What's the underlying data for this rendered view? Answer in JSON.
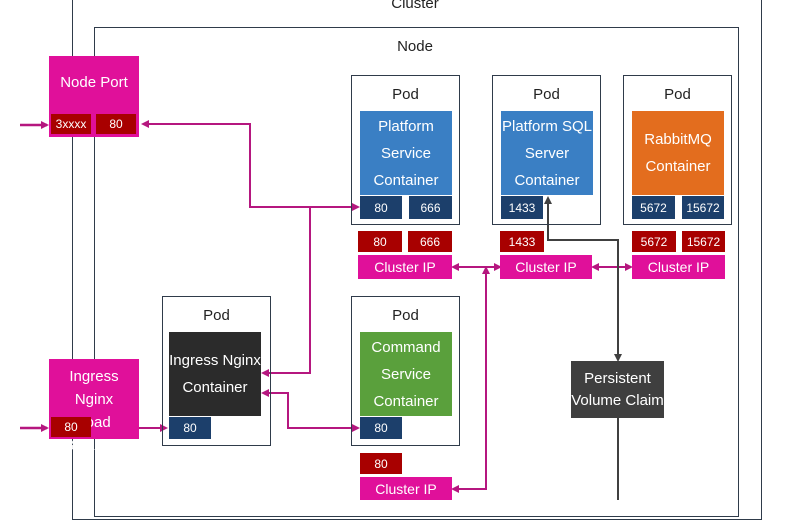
{
  "diagram": {
    "cluster_label": "Cluster",
    "node_label": "Node",
    "node_port": {
      "title": "Node Port",
      "port_a": "3xxxx",
      "port_b": "80"
    },
    "ingress_lb": {
      "title_line1": "Ingress Nginx",
      "title_line2": "Load Balancer",
      "port": "80"
    },
    "pods": {
      "platform": {
        "label": "Pod",
        "line1": "Platform",
        "line2": "Service",
        "line3": "Container",
        "port_a": "80",
        "port_b": "666"
      },
      "sql": {
        "label": "Pod",
        "line1": "Platform SQL",
        "line2": "Server",
        "line3": "Container",
        "port": "1433"
      },
      "rabbit": {
        "label": "Pod",
        "line1": "RabbitMQ",
        "line2": "Container",
        "port_a": "5672",
        "port_b": "15672"
      },
      "ingress": {
        "label": "Pod",
        "line1": "Ingress Nginx",
        "line2": "Container",
        "port": "80"
      },
      "command": {
        "label": "Pod",
        "line1": "Command",
        "line2": "Service",
        "line3": "Container",
        "port": "80"
      }
    },
    "cluster_ips": {
      "platform": {
        "label": "Cluster IP",
        "port_a": "80",
        "port_b": "666"
      },
      "sql": {
        "label": "Cluster IP",
        "port": "1433"
      },
      "rabbit": {
        "label": "Cluster IP",
        "port_a": "5672",
        "port_b": "15672"
      },
      "command": {
        "label": "Cluster IP",
        "port": "80"
      }
    },
    "pvc": {
      "line1": "Persistent",
      "line2": "Volume Claim"
    },
    "colors": {
      "pod_border": "#2f3b4a",
      "connector": "#b5177f",
      "pvc_connector": "#404040",
      "node_port": "#e0109a",
      "port_red": "#a80000",
      "port_navy": "#1c3f6b"
    }
  }
}
